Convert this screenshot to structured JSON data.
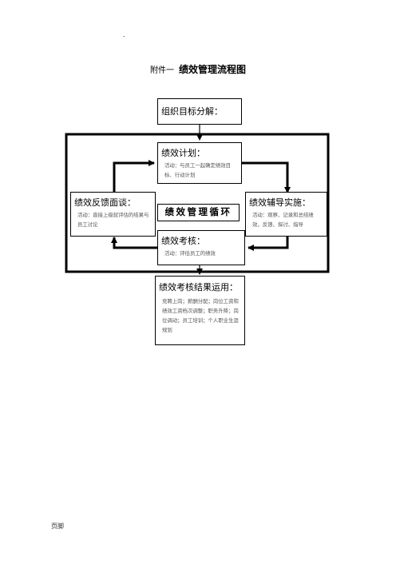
{
  "page": {
    "dot": ".",
    "footer": "页脚"
  },
  "title": {
    "prefix": "附件一",
    "main": "绩效管理流程图"
  },
  "diagram": {
    "org_goal": {
      "title": "组织目标分解："
    },
    "plan": {
      "title": "绩效计划：",
      "body": "活动：与员工一起确定绩效目标、行动计划"
    },
    "feedback": {
      "title": "绩效反馈面谈：",
      "body": "活动：直接上级就评估的结果与员工讨论"
    },
    "coaching": {
      "title": "绩效辅导实施：",
      "body": "活动：观察、记录和总结绩效，反馈、探讨、指导"
    },
    "review": {
      "title": "绩效考核：",
      "body": "活动：评估员工的绩效"
    },
    "center_label": "绩效管理循环",
    "results": {
      "title": "绩效考核结果运用：",
      "body": "竞聘上岗；薪酬分配；岗位工资和绩效工资档次调整；职务升降；岗位调动；员工培训；个人职业生涯规划"
    }
  }
}
